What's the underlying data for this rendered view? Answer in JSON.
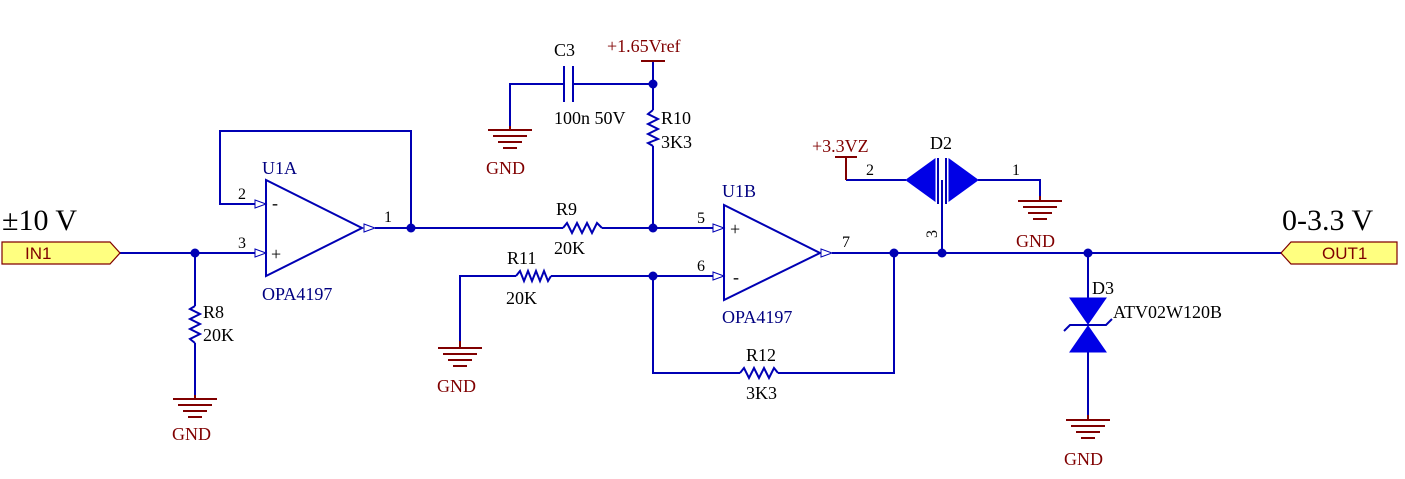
{
  "input": {
    "range": "±10 V",
    "port": "IN1"
  },
  "output": {
    "range": "0-3.3 V",
    "port": "OUT1"
  },
  "u1a": {
    "ref": "U1A",
    "part": "OPA4197",
    "pin_inv": "2",
    "pin_noninv": "3",
    "pin_out": "1",
    "minus": "-",
    "plus": "+"
  },
  "u1b": {
    "ref": "U1B",
    "part": "OPA4197",
    "pin_noninv": "5",
    "pin_inv": "6",
    "pin_out": "7",
    "minus": "-",
    "plus": "+"
  },
  "r8": {
    "ref": "R8",
    "value": "20K"
  },
  "r9": {
    "ref": "R9",
    "value": "20K"
  },
  "r10": {
    "ref": "R10",
    "value": "3K3"
  },
  "r11": {
    "ref": "R11",
    "value": "20K"
  },
  "r12": {
    "ref": "R12",
    "value": "3K3"
  },
  "c3": {
    "ref": "C3",
    "value": "100n 50V"
  },
  "d2": {
    "ref": "D2",
    "pin1": "1",
    "pin2": "2",
    "pin3": "3"
  },
  "d3": {
    "ref": "D3",
    "part": "ATV02W120B"
  },
  "power": {
    "vref": "+1.65Vref",
    "vz": "+3.3VZ",
    "gnd": "GND"
  },
  "colors": {
    "wire": "#0000b4",
    "text": "#000000",
    "power": "#800000",
    "port_fill": "#ffff80"
  }
}
